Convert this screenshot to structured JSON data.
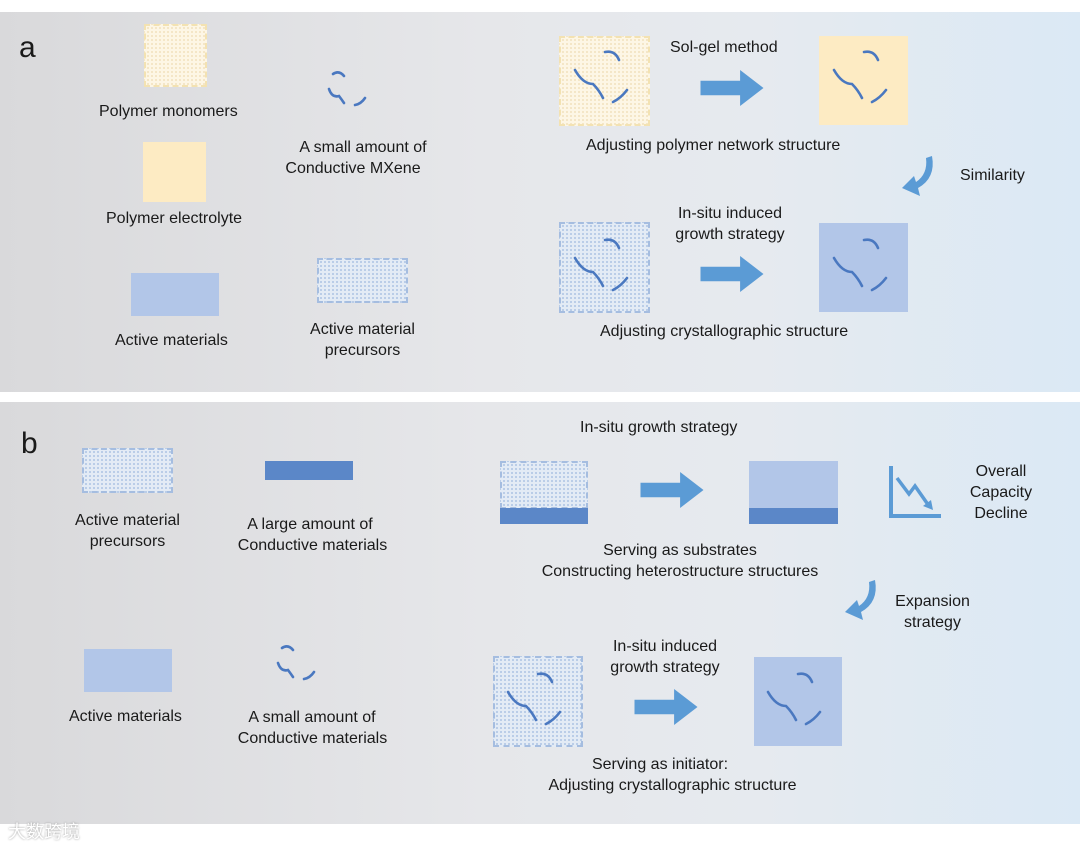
{
  "panel_a": {
    "letter": "a",
    "labels": {
      "polymer_monomers": "Polymer monomers",
      "mxene_small_line1": "A small amount  of",
      "mxene_small_line2": "Conductive MXene",
      "polymer_electrolyte": "Polymer electrolyte",
      "active_materials": "Active materials",
      "active_precursors_line1": "Active material",
      "active_precursors_line2": "precursors",
      "sol_gel": "Sol-gel method",
      "adjusting_polymer": "Adjusting  polymer  network structure",
      "similarity": "Similarity",
      "insitu_induced_line1": "In-situ induced",
      "insitu_induced_line2": "growth strategy",
      "adjusting_crystal": "Adjusting  crystallographic structure"
    }
  },
  "panel_b": {
    "letter": "b",
    "labels": {
      "active_precursors_line1": "Active material",
      "active_precursors_line2": "precursors",
      "large_amount_line1": "A large amount  of",
      "large_amount_line2": "Conductive materials",
      "insitu_growth": "In-situ growth strategy",
      "overall_line1": "Overall",
      "overall_line2": "Capacity",
      "overall_line3": "Decline",
      "substrates_line1": "Serving as substrates",
      "substrates_line2": "Constructing heterostructure structures",
      "expansion_line1": "Expansion",
      "expansion_line2": "strategy",
      "active_materials": "Active materials",
      "small_amount_line1": "A small amount  of",
      "small_amount_line2": "Conductive materials",
      "insitu_induced_line1": "In-situ induced",
      "insitu_induced_line2": "growth strategy",
      "initiator_line1": "Serving as initiator:",
      "initiator_line2": "Adjusting  crystallographic structure"
    }
  },
  "watermark": "大数跨境",
  "icons": {
    "arrow": "right-arrow-icon",
    "curved_arrow": "curved-down-arrow-icon",
    "decline": "decline-chart-icon",
    "mxene": "mxene-flakes-icon"
  },
  "colors": {
    "arrow": "#5b9bd5",
    "flake": "#4a78c0",
    "yellow": "#fdebc3",
    "blue": "#b2c6e8",
    "dark_blue": "#5b87c8"
  }
}
